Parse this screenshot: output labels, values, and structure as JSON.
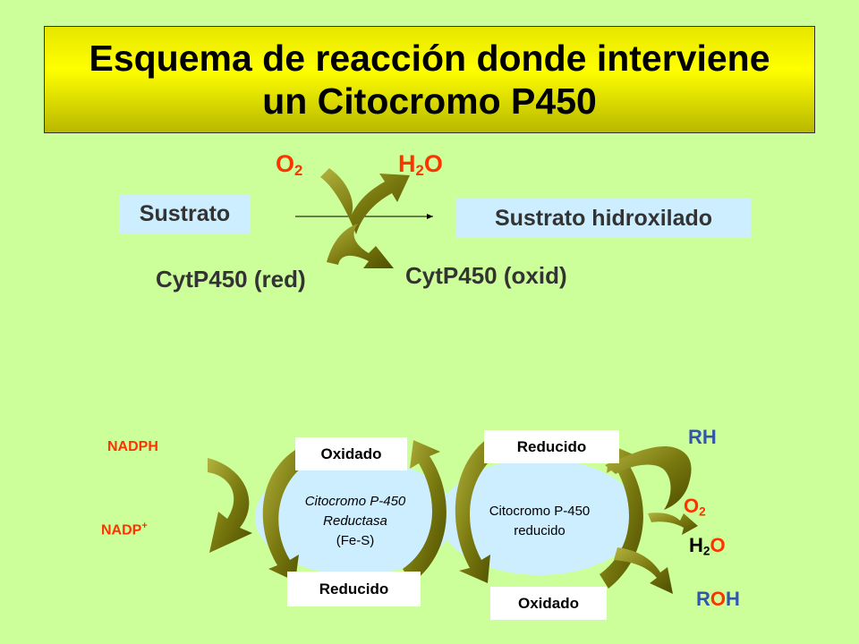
{
  "title": {
    "line1": "Esquema de reacción donde interviene",
    "line2": "un Citocromo P450"
  },
  "top_scheme": {
    "o2": {
      "main": "O",
      "sub": "2"
    },
    "h2o": {
      "main1": "H",
      "sub": "2",
      "main2": "O"
    },
    "sustrato": "Sustrato",
    "sustrato_hidroxilado": "Sustrato hidroxilado",
    "cyt_red": "CytP450 (red)",
    "cyt_oxid": "CytP450 (oxid)"
  },
  "bottom_scheme": {
    "nadph": "NADPH",
    "nadp": {
      "main": "NADP",
      "sup": "+"
    },
    "reductase": {
      "state_top": "Oxidado",
      "state_bottom": "Reducido",
      "line1": "Citocromo P-450",
      "line2": "Reductasa",
      "line3": "(Fe-S)"
    },
    "p450": {
      "state_top": "Reducido",
      "state_bottom": "Oxidado",
      "line1": "Citocromo P-450",
      "line2": "reducido"
    },
    "rh": "RH",
    "o2": {
      "main": "O",
      "sub": "2"
    },
    "h2o": {
      "main1": "H",
      "sub": "2",
      "main2": "O"
    },
    "roh": {
      "r": "R",
      "o": "O",
      "h": "H"
    }
  },
  "colors": {
    "background": "#ccff99",
    "arrow": "#808000",
    "red_label": "#ff3300",
    "blue_label": "#3355aa",
    "box_blue": "#cceeff",
    "title_yellow": "#ffff00"
  }
}
